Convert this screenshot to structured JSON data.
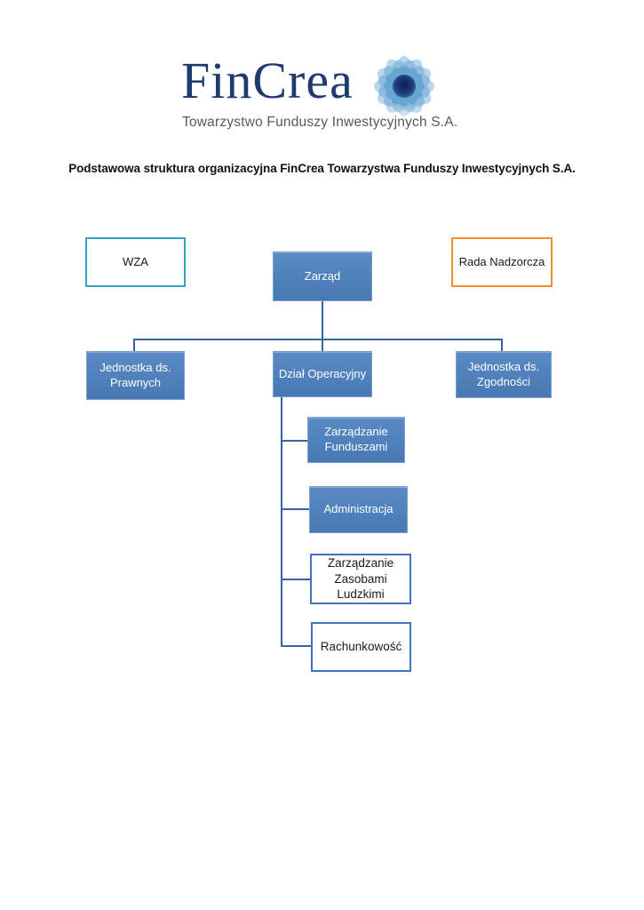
{
  "logo": {
    "brand": "FinCrea",
    "tagline": "Towarzystwo Funduszy Inwestycyjnych S.A.",
    "icon": "flower-icon",
    "brand_color": "#1e3a6e",
    "tagline_color": "#595959"
  },
  "title": "Podstawowa struktura organizacyjna FinCrea Towarzystwa Funduszy Inwestycyjnych S.A.",
  "colors": {
    "node_fill": "#4f81bd",
    "node_text": "#ffffff",
    "outline_blue_border": "#3f74c0",
    "teal_border": "#34a3c6",
    "orange_border": "#f0902f",
    "connector": "#38639e",
    "dark_text": "#1a1a1a"
  },
  "chart_data": {
    "type": "org-chart",
    "nodes": {
      "wza": {
        "label": "WZA",
        "style": "outline-teal"
      },
      "zarzad": {
        "label": "Zarząd",
        "style": "filled"
      },
      "rada": {
        "label": "Rada Nadzorcza",
        "style": "outline-orange"
      },
      "prawna": {
        "label": "Jednostka ds. Prawnych",
        "style": "filled"
      },
      "operacyjny": {
        "label": "Dział Operacyjny",
        "style": "filled"
      },
      "zgodnosc": {
        "label": "Jednostka ds. Zgodności",
        "style": "filled"
      },
      "fundusze": {
        "label": "Zarządzanie Funduszami",
        "style": "filled"
      },
      "admin": {
        "label": "Administracja",
        "style": "filled"
      },
      "zzl": {
        "label": "Zarządzanie Zasobami Ludzkimi",
        "style": "outline-blue"
      },
      "rachunek": {
        "label": "Rachunkowość",
        "style": "outline-blue"
      }
    },
    "edges": [
      [
        "zarzad",
        "prawna"
      ],
      [
        "zarzad",
        "operacyjny"
      ],
      [
        "zarzad",
        "zgodnosc"
      ],
      [
        "operacyjny",
        "fundusze"
      ],
      [
        "operacyjny",
        "admin"
      ],
      [
        "operacyjny",
        "zzl"
      ],
      [
        "operacyjny",
        "rachunek"
      ]
    ]
  }
}
